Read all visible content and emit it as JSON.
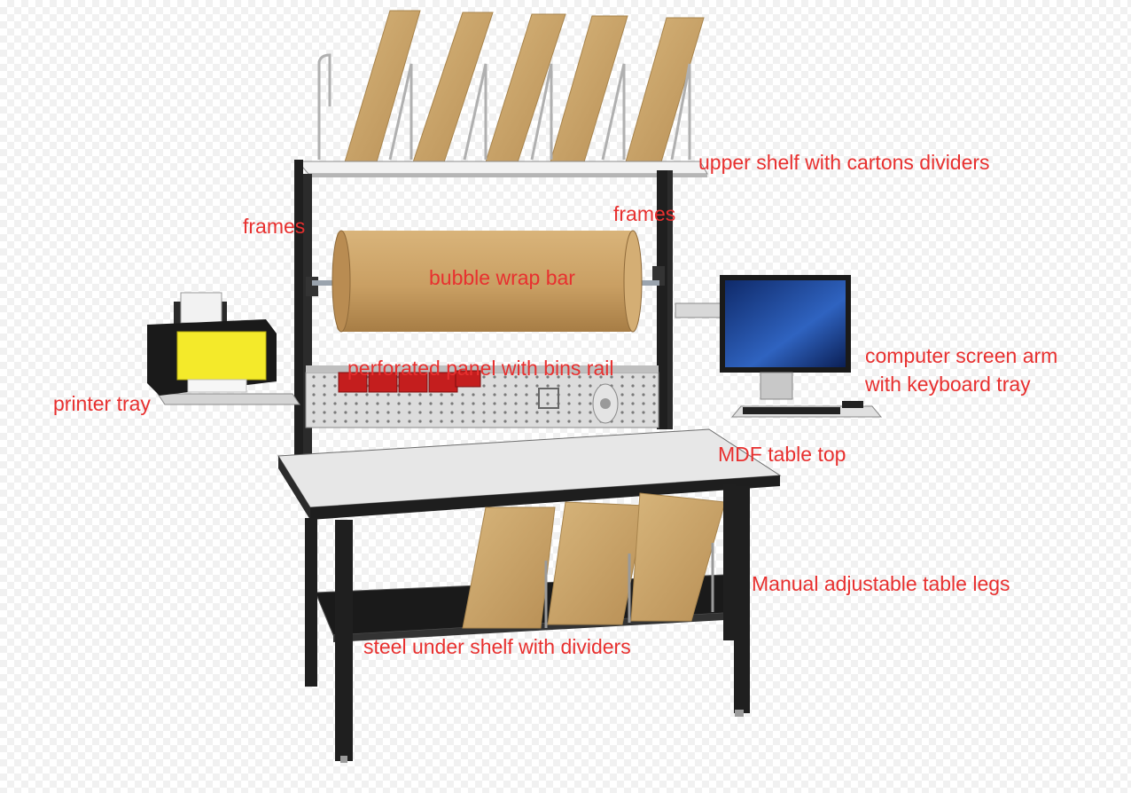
{
  "labels": {
    "upper_shelf": "upper shelf with cartons dividers",
    "frames_left": "frames",
    "frames_right": "frames",
    "bubble_wrap": "bubble wrap bar",
    "perforated_panel": "perforated panel with bins rail",
    "computer_arm_line1": "computer screen arm",
    "computer_arm_line2": "with keyboard tray",
    "printer_tray": "printer tray",
    "table_top": "MDF table top",
    "table_legs": "Manual adjustable table legs",
    "under_shelf": "steel under shelf with dividers"
  },
  "colors": {
    "label": "#e8302f",
    "cardboard": "#c9a56a",
    "frame": "#1f1f1f",
    "panel": "#d9d9d9",
    "bins": "#c41e1e",
    "printer": "#f4ea2a",
    "screen": "#1d3f8c"
  }
}
